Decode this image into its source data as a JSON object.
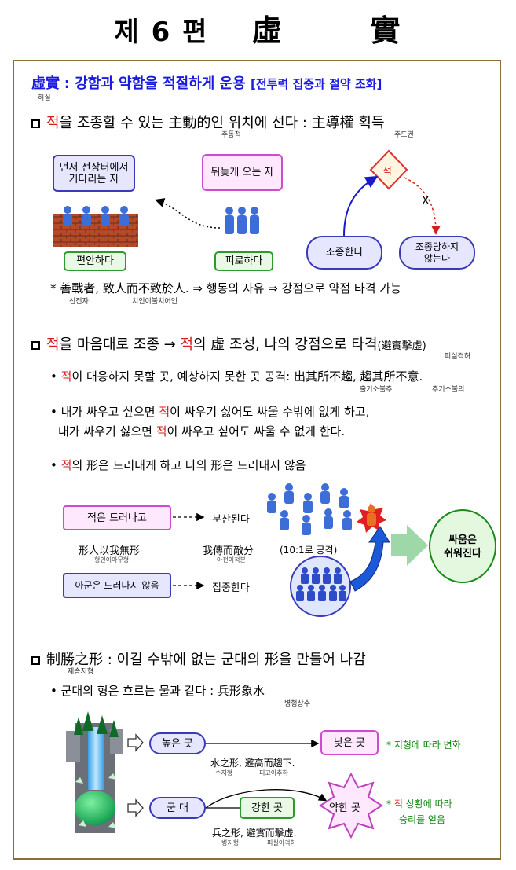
{
  "title": {
    "prefix": "제 6 편",
    "word1": "虛",
    "word2": "實"
  },
  "header": {
    "hanja": "虛實",
    "colon": ":",
    "text": "강함과 약함을 적절하게 운용",
    "bracket": "[전투력 집중과 절약 조화]",
    "reading": "허실"
  },
  "s1": {
    "heading_pre": "을 조종할 수 있는 ",
    "enemy": "적",
    "hanja1": "主動的",
    "heading_mid": "인 위치에 선다 : ",
    "hanja2": "主導權",
    "heading_post": " 획득",
    "reading1": "주동적",
    "reading2": "주도권",
    "box_wait": "먼저 전장터에서\n기다리는 자",
    "box_late": "뒤늦게 오는 자",
    "box_rest": "편안하다",
    "box_tired": "피로하다",
    "diamond": "적",
    "control": "조종한다",
    "controlled": "조종당하지\n않는다",
    "x_mark": "X",
    "note_star": "*",
    "note_hanja": "善戰者, 致人而不致於人.",
    "note_rest": "⇒ 행동의 자유 ⇒ 강점으로 약점 타격 가능",
    "note_r1": "선전자",
    "note_r2": "치인이불치어인"
  },
  "s2": {
    "enemy": "적",
    "h_a": "을 마음대로 조종 → ",
    "h_b": "의 虛 조성, 나의 강점으로 타격",
    "h_paren": "(避實擊虛)",
    "h_reading": "피실격허",
    "b1_enemy": "적",
    "b1_text": "이 대응하지 못할 곳, 예상하지 못한 곳 공격: 出其所不趨, 趨其所不意.",
    "b1_r1": "출기소불추",
    "b1_r2": "추기소불의",
    "b2_l1a": "내가 싸우고 싶으면 ",
    "b2_l1b": "이 싸우기 싫어도 싸울 수밖에 없게 하고,",
    "b2_l2a": "내가 싸우기 싫으면 ",
    "b2_l2b": "이 싸우고 싶어도 싸울 수 없게 한다.",
    "b3_text": "의 形은 드러내게 하고 나의 形은 드러내지 않음",
    "box_reveal": "적은 드러나고",
    "disperse": "분산된다",
    "hanja_l": "形人以我無形",
    "hanja_l_r": "형인이아무형",
    "hanja_m": "我傳而敵分",
    "hanja_m_r": "아전이적분",
    "ratio": "(10:1로 공격)",
    "box_hide": "아군은 드러나지 않음",
    "concentrate": "집중한다",
    "easy": "싸움은\n쉬워진다"
  },
  "s3": {
    "heading_hanja": "制勝之形",
    "heading_text": " : 이길 수밖에 없는 군대의 形을 만들어 나감",
    "heading_r": "제승지형",
    "bullet": "군대의 형은 흐르는 물과 같다 : 兵形象水",
    "bullet_r": "병형상수",
    "high": "높은 곳",
    "low": "낮은 곳",
    "water_hanja": "水之形, 避高而趨下.",
    "water_r1": "수지형",
    "water_r2": "피고이추하",
    "terrain": "* 지형에 따라 변화",
    "army": "군 대",
    "strong": "강한 곳",
    "weak": "약한 곳",
    "army_hanja": "兵之形, 避實而擊虛.",
    "army_r1": "병지형",
    "army_r2": "피실이격허",
    "sit_star": "* ",
    "sit_enemy": "적",
    "sit_rest": " 상황에 따라",
    "sit_2": "승리를 얻음"
  }
}
